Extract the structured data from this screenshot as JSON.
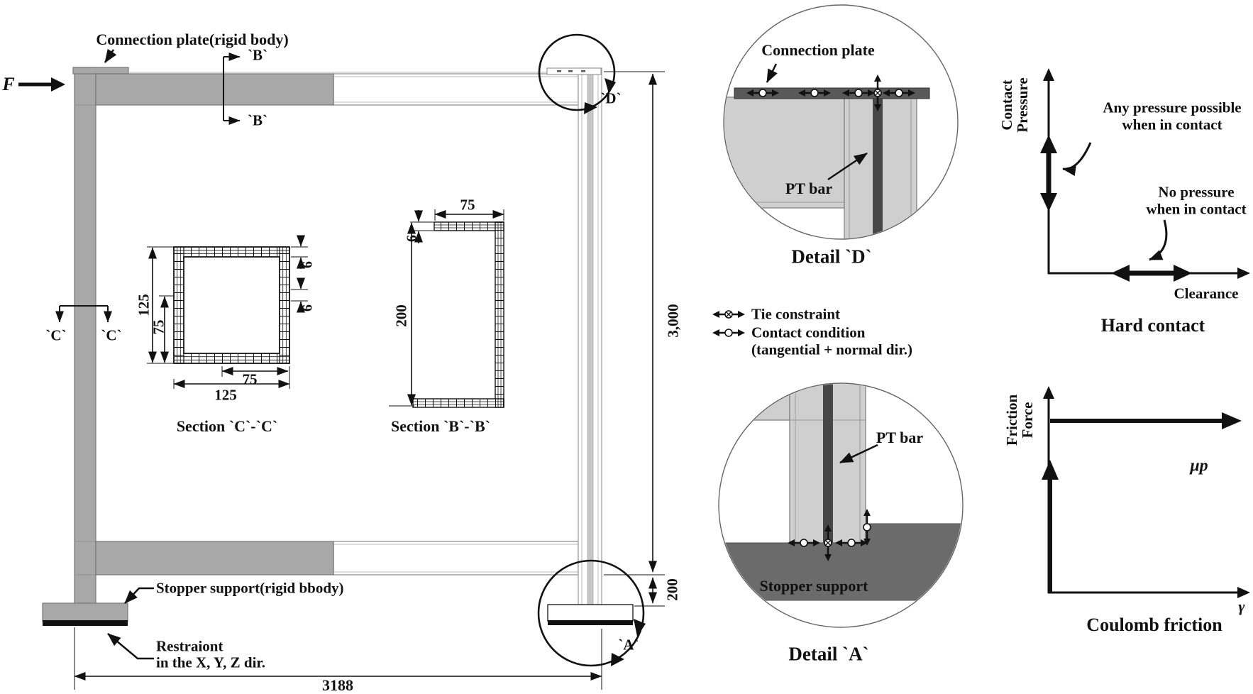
{
  "frame": {
    "force_label": "F",
    "connection_plate_label": "Connection plate(rigid body)",
    "section_b_top": "`B`",
    "section_b_bottom": "`B`",
    "section_c_left": "`C`",
    "section_c_right": "`C`",
    "detail_d_ref": "`D`",
    "detail_a_ref": "`A`",
    "stopper_label": "Stopper support(rigid bbody)",
    "restraint_line1": "Restraiont",
    "restraint_line2": "in the X, Y, Z dir.",
    "dim_height": "3,000",
    "dim_base": "200",
    "dim_span": "3188"
  },
  "section_cc": {
    "caption": "Section `C`-`C`",
    "dim_outer_vertical": "125",
    "dim_inner_vertical": "75",
    "dim_inner_horizontal": "75",
    "dim_outer_horizontal": "125",
    "dim_thickness_top": "6",
    "dim_thickness_mid": "6"
  },
  "section_bb": {
    "caption": "Section `B`-`B`",
    "dim_width": "75",
    "dim_height": "200",
    "dim_thickness": "6"
  },
  "legend": {
    "tie_label": "Tie constraint",
    "contact_label_line1": "Contact condition",
    "contact_label_line2": "(tangential + normal dir.)"
  },
  "detail_d": {
    "caption": "Detail `D`",
    "connection_plate_label": "Connection plate",
    "pt_bar_label": "PT bar"
  },
  "detail_a": {
    "caption": "Detail `A`",
    "pt_bar_label": "PT bar",
    "stopper_label": "Stopper support"
  },
  "hard_contact": {
    "title": "Hard contact",
    "ylabel_line1": "Contact",
    "ylabel_line2": "Pressure",
    "xlabel": "Clearance",
    "note_any_line1": "Any pressure possible",
    "note_any_line2": "when in contact",
    "note_no_line1": "No pressure",
    "note_no_line2": "when in contact"
  },
  "coulomb_friction": {
    "title": "Coulomb friction",
    "ylabel_line1": "Friction",
    "ylabel_line2": "Force",
    "xlabel": "γ",
    "limit_label": "μp"
  },
  "colors": {
    "member_gray": "#a8a8a8",
    "detail_light_gray": "#cfcfcf",
    "plate_dark_gray": "#595959",
    "pt_bar_dark": "#474747",
    "stopper_dark_gray": "#6b6b6b",
    "line_black": "#111111"
  }
}
